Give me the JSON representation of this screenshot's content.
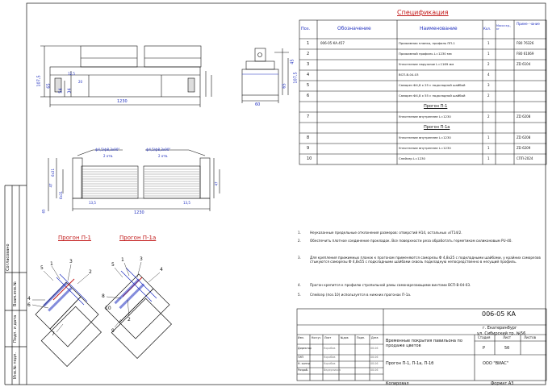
{
  "spec": {
    "title": "Спецификация",
    "headers": {
      "pos": "Поз.",
      "designation": "Обозначение",
      "name": "Наименование",
      "qty": "Кол.",
      "mass": "Масса ед., кг",
      "note": "Приме- чание"
    },
    "rows": [
      {
        "pos": "1",
        "designation": "006-05 КА.457",
        "name": "Прижимная планка, профиль ПП-1",
        "qty": "1",
        "note": "F80 76326"
      },
      {
        "pos": "2",
        "designation": "",
        "name": "Прижимной профиль L=1230 мм",
        "qty": "1",
        "note": "F80 61069"
      },
      {
        "pos": "3",
        "designation": "",
        "name": "Уплотнение наружное L=1169 мм",
        "qty": "2",
        "note": "ZD 6104"
      },
      {
        "pos": "4",
        "designation": "",
        "name": "ВСП-В-04-03",
        "qty": "4",
        "note": ""
      },
      {
        "pos": "5",
        "designation": "",
        "name": "Саморез Ф4,8 х 25 с подкладной шайбой",
        "qty": "3",
        "note": ""
      },
      {
        "pos": "6",
        "designation": "",
        "name": "Саморез Ф4,8 х 55 с подкладной шайбой",
        "qty": "2",
        "note": ""
      },
      {
        "section": "Прогон П-1"
      },
      {
        "pos": "7",
        "designation": "",
        "name": "Уплотнение внутреннее L=1230",
        "qty": "2",
        "note": "ZD 6208"
      },
      {
        "section": "Прогон П-1а"
      },
      {
        "pos": "8",
        "designation": "",
        "name": "Уплотнение внутреннее L=1230",
        "qty": "1",
        "note": "ZD 6208"
      },
      {
        "pos": "9",
        "designation": "",
        "name": "Уплотнение внутреннее L=1230",
        "qty": "1",
        "note": "ZD 6209"
      },
      {
        "pos": "10",
        "designation": "",
        "name": "Спейсер L=1230",
        "qty": "1",
        "note": "СПП-2024"
      }
    ]
  },
  "notes": [
    {
      "num": "1.",
      "text": "Неуказанные предельные отклонения размеров: отверстий Н14, остальных ±IT14/2."
    },
    {
      "num": "2.",
      "text": "Обеспечить плотное соединение прокладок. Все поверхности реза обработать герметиком силиконовым PU-40."
    },
    {
      "num": "3.",
      "text": "Для крепления прижимных планок к прогонам применяются саморезы Ф 4,8х25 с подкладными шайбами, у крайних саморезов стыкуются саморезы Ф 4,8х55 с подкладными шайбами сквозь подкладную непосредственно в несущий профиль."
    },
    {
      "num": "4.",
      "text": "Прогон крепится к профилю стропильной рамы самонарезающими винтами ВСП-В-04-03."
    },
    {
      "num": "5.",
      "text": "Спейсер (поз.10) используется в нижних прогонах П-1а."
    }
  ],
  "dims": {
    "total_length": "1230",
    "front_height": "107,5",
    "front_h2": "65",
    "front_h3": "54",
    "front_h4": "34",
    "front_w1": "12,5",
    "front_w2": "20",
    "side_height": "107,5",
    "side_h1": "65",
    "side_h2": "45",
    "side_width": "60",
    "plan_h1": "6х31",
    "plan_h2": "47",
    "plan_h3": "6х31",
    "plan_h4": "65",
    "plan_h5": "47",
    "plan_w1": "13,5",
    "plan_w2": "13,5",
    "hole_left": "ф4,5/ф8,3х90°",
    "hole_left_count": "2 отв.",
    "hole_right": "ф4,5/ф8,3х90°",
    "hole_right_count": "2 отв."
  },
  "sections": {
    "left_title": "Прогон П-1",
    "right_title": "Прогон П-1а",
    "left_callouts": [
      "5",
      "1",
      "3",
      "2",
      "4",
      "6",
      "7"
    ],
    "right_callouts": [
      "5",
      "1",
      "3",
      "4",
      "8",
      "2",
      "9",
      "10"
    ]
  },
  "titleblock": {
    "code": "006-05 КА",
    "address1": "г. Екатеринбург",
    "address2": "ул. Сибирский тр. №56",
    "object": "Временные покрытия павильона по продаже цветов",
    "sheet_name": "Прогон П-1, П-1а, П-1б",
    "company": "ООО \"ВИАС\"",
    "stage_label": "Стадия",
    "sheet_label": "Лист",
    "sheets_label": "Листов",
    "stage": "Р",
    "sheet": "5б",
    "sheets": "",
    "col_headers": [
      "Изм.",
      "Кол.уч",
      "Лист",
      "№док",
      "Подп.",
      "Дата"
    ],
    "roles": [
      "Директор",
      "ГИП",
      "Н. контр",
      "Разраб."
    ],
    "names": [
      "Коробов",
      "Коробов",
      "Коробов",
      "Ведерников"
    ],
    "dates": [
      "08.06",
      "08.06",
      "08.06",
      "08.06"
    ],
    "copied": "Копировал",
    "format": "Формат  А3"
  },
  "stamps": {
    "agreed": "Согласовано",
    "inv_orig": "Инв.№ подл.",
    "sign_date": "Подп. и дата",
    "replace": "Взам.инв.№"
  }
}
